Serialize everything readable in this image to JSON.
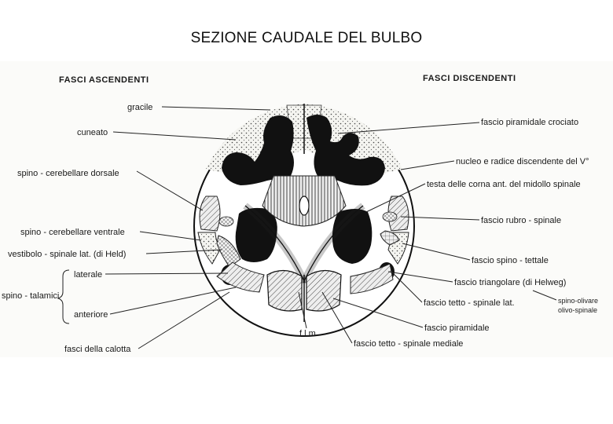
{
  "title": "SEZIONE CAUDALE DEL BULBO",
  "headers": {
    "left": "FASCI ASCENDENTI",
    "right": "FASCI DISCENDENTI"
  },
  "labels_left": {
    "gracile": "gracile",
    "cuneato": "cuneato",
    "spino_cerebellare_dorsale": "spino - cerebellare dorsale",
    "spino_cerebellare_ventrale": "spino - cerebellare ventrale",
    "vestibolo_spinale": "vestibolo - spinale lat. (di Held)",
    "laterale": "laterale",
    "spino_talamici": "spino - talamici",
    "anteriore": "anteriore",
    "fasci_calotta": "fasci della calotta"
  },
  "labels_right": {
    "piramidale_crociato": "fascio piramidale crociato",
    "nucleo_radice": "nucleo e radice discendente del V°",
    "testa_corna": "testa delle corna ant. del midollo spinale",
    "rubro_spinale": "fascio rubro - spinale",
    "spino_tettale": "fascio spino - tettale",
    "triangolare": "fascio triangolare (di Helweg)",
    "tetto_spinale_lat": "fascio tetto - spinale lat.",
    "piramidale": "fascio piramidale",
    "tetto_spinale_mediale": "fascio tetto - spinale mediale",
    "flm": "f.l.m."
  },
  "annotation": {
    "line1": "spino-olivare",
    "line2": "olivo-spinale"
  }
}
